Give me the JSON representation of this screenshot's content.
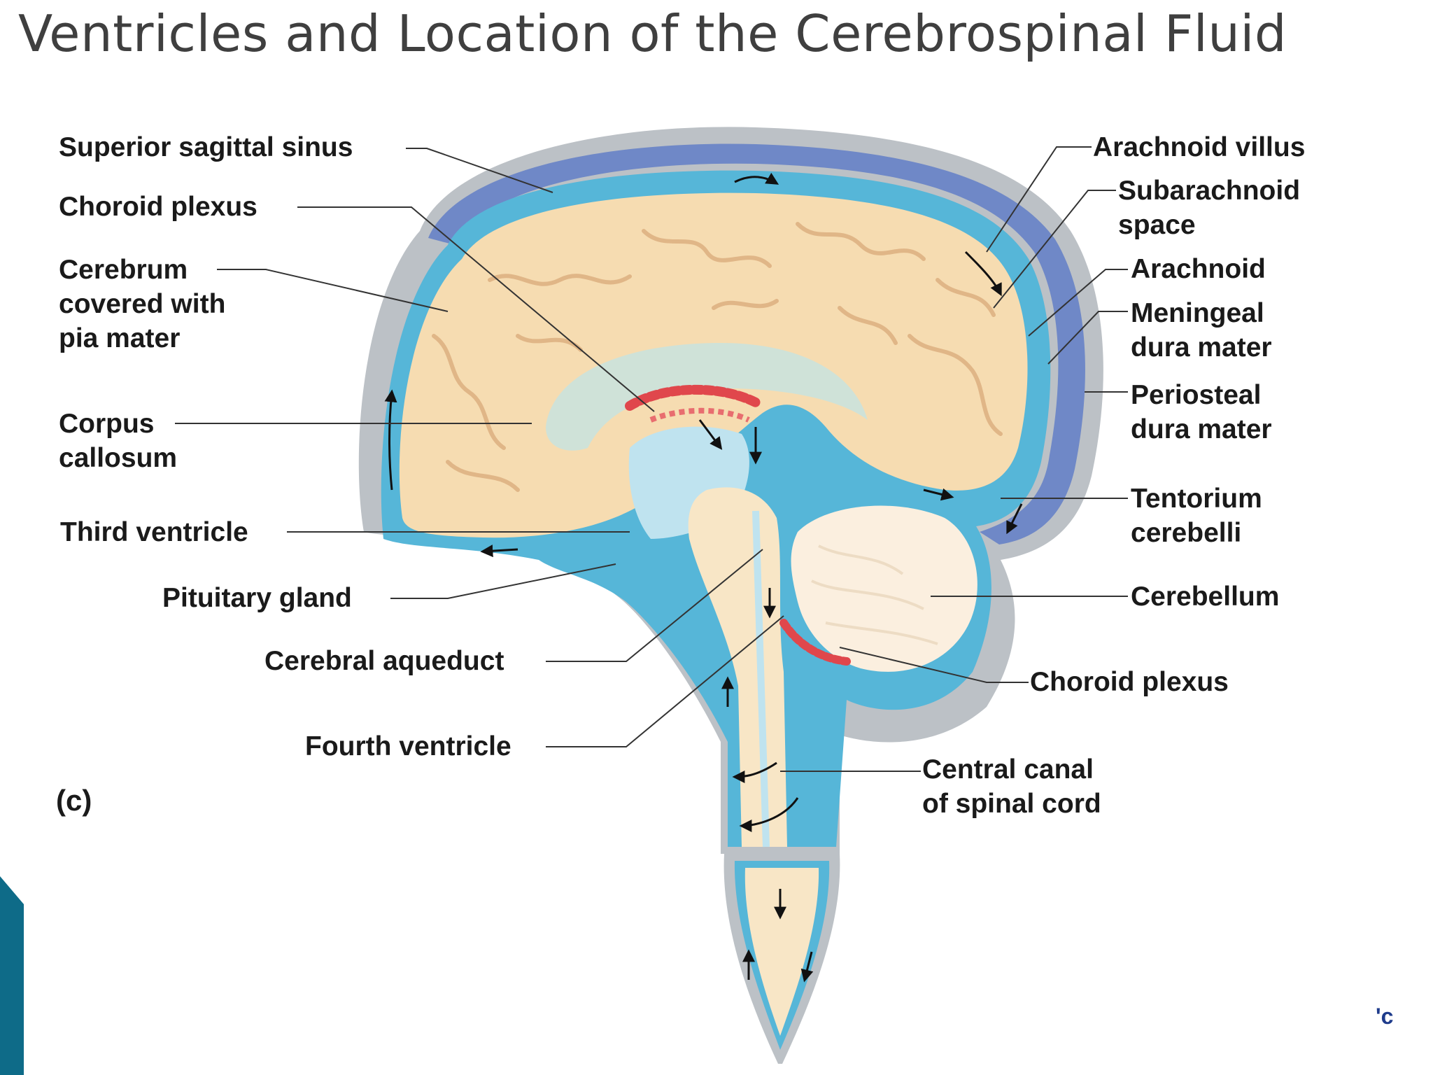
{
  "title": "Ventricles and Location of the Cerebrospinal Fluid",
  "figure_letter": "(c)",
  "corner_fragment": "'c",
  "labels": {
    "superior_sagittal_sinus": "Superior sagittal sinus",
    "choroid_plexus_upper": "Choroid plexus",
    "cerebrum": [
      "Cerebrum",
      "covered with",
      "pia mater"
    ],
    "corpus_callosum": [
      "Corpus",
      "callosum"
    ],
    "third_ventricle": "Third ventricle",
    "pituitary_gland": "Pituitary gland",
    "cerebral_aqueduct": "Cerebral aqueduct",
    "fourth_ventricle": "Fourth ventricle",
    "arachnoid_villus": "Arachnoid villus",
    "subarachnoid_space": [
      "Subarachnoid",
      "space"
    ],
    "arachnoid": "Arachnoid",
    "meningeal_dura_mater": [
      "Meningeal",
      "dura mater"
    ],
    "periosteal_dura_mater": [
      "Periosteal",
      "dura mater"
    ],
    "tentorium_cerebelli": [
      "Tentorium",
      "cerebelli"
    ],
    "cerebellum": "Cerebellum",
    "choroid_plexus_lower": "Choroid plexus",
    "central_canal": [
      "Central canal",
      "of spinal cord"
    ]
  },
  "colors": {
    "dura": "#b9bec4",
    "sinus": "#6a84c4",
    "csf": "#4fb3d6",
    "csf_light": "#bfe3ef",
    "brain": "#f6dcb1",
    "brain_fold": "#e3b98a",
    "corpus_callosum": "#cfe2d8",
    "choroid": "#e0474c",
    "cerebellum": "#fbefdf",
    "spinal": "#f8e6c6",
    "text": "#1a1a1a",
    "title": "#3f3f3f",
    "corner_bar": "#0e6b88"
  }
}
